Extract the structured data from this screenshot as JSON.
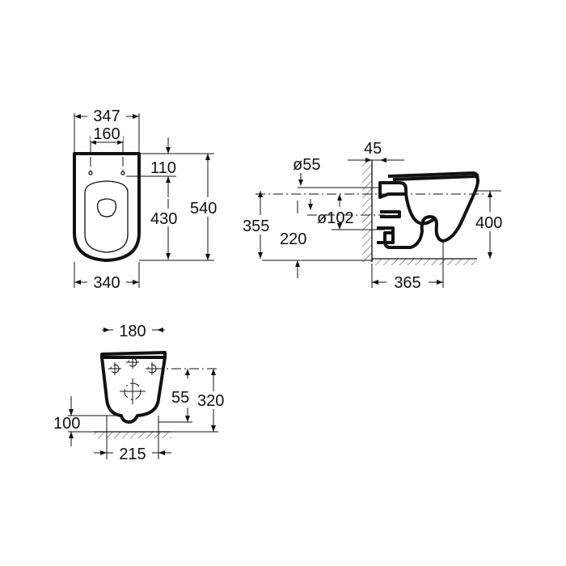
{
  "top_view": {
    "width_overall": "347",
    "fixing_spacing": "160",
    "fixing_offset": "110",
    "bolt_to_front": "430",
    "length_overall": "540",
    "rear_width": "340"
  },
  "side_view": {
    "outlet_diameter": "ø55",
    "inlet_depth": "45",
    "inlet_height": "355",
    "outlet_height": "220",
    "outlet_pipe_diameter": "ø102",
    "rim_height": "400",
    "projection": "365"
  },
  "rear_view": {
    "fixing_width": "180",
    "connection_height": "55",
    "bolt_height": "320",
    "base_height": "100",
    "base_width": "215"
  }
}
